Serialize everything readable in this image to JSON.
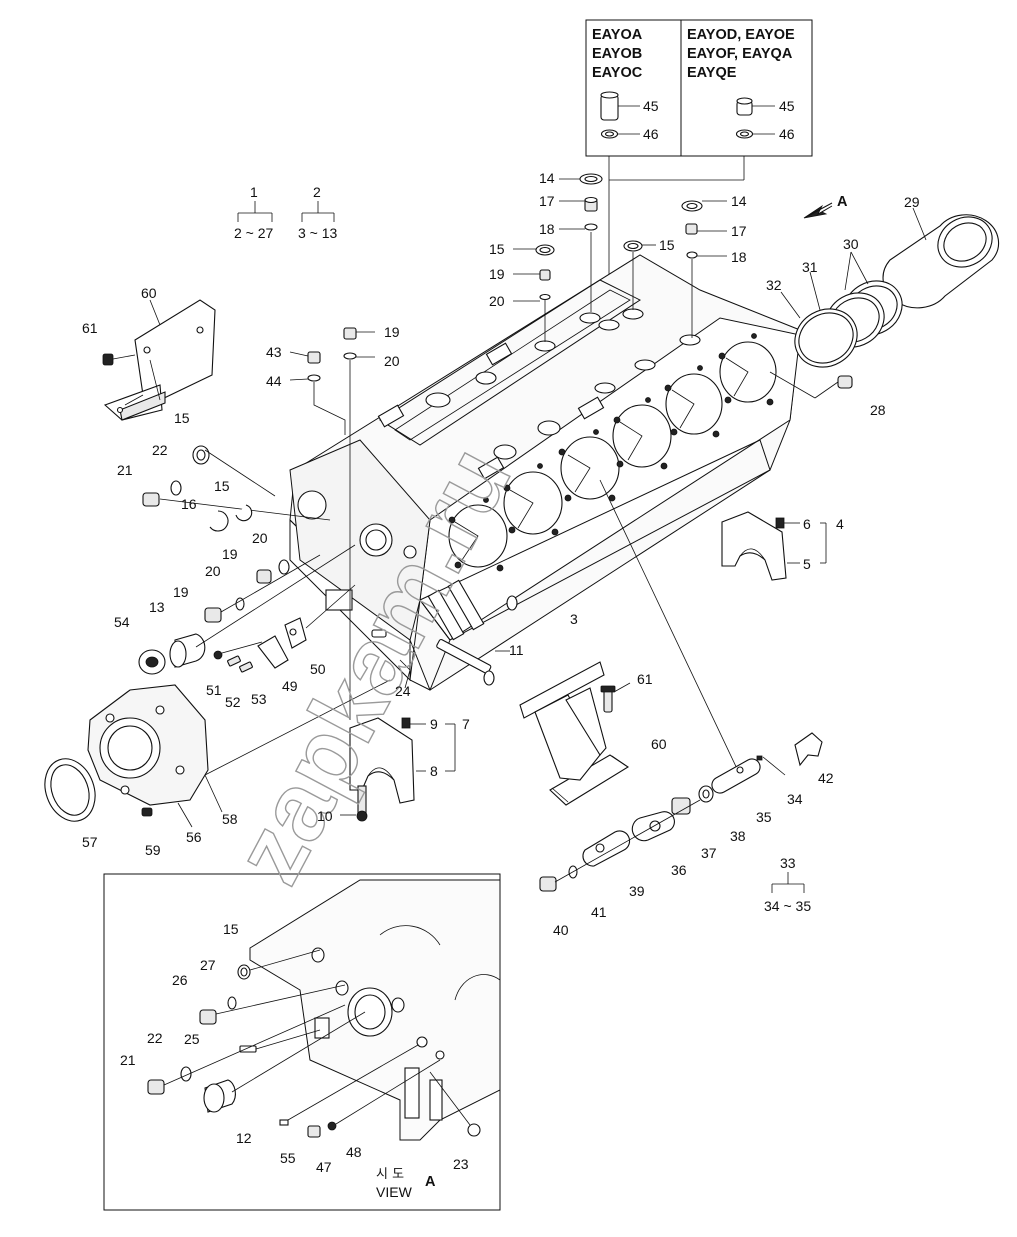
{
  "variants": {
    "left": [
      "EAYOA",
      "EAYOB",
      "EAYOC"
    ],
    "right": [
      "EAYOD, EAYOE",
      "EAYOF, EAYQA",
      "EAYQE"
    ]
  },
  "groups": {
    "g1": {
      "parent": "1",
      "range": "2 ~ 27"
    },
    "g2": {
      "parent": "2",
      "range": "3 ~ 13"
    },
    "g33": {
      "parent": "33",
      "range": "34 ~ 35"
    }
  },
  "view": {
    "korean": "시 도",
    "label": "VIEW",
    "arrow_letter": "A"
  },
  "direction_letter": "A",
  "watermark": "zapkam.ru",
  "callouts": [
    {
      "id": "c-45a",
      "text": "45"
    },
    {
      "id": "c-46a",
      "text": "46"
    },
    {
      "id": "c-45b",
      "text": "45"
    },
    {
      "id": "c-46b",
      "text": "46"
    },
    {
      "id": "c-14a",
      "text": "14"
    },
    {
      "id": "c-17a",
      "text": "17"
    },
    {
      "id": "c-18a",
      "text": "18"
    },
    {
      "id": "c-15a",
      "text": "15"
    },
    {
      "id": "c-19a",
      "text": "19"
    },
    {
      "id": "c-20a",
      "text": "20"
    },
    {
      "id": "c-14b",
      "text": "14"
    },
    {
      "id": "c-17b",
      "text": "17"
    },
    {
      "id": "c-18b",
      "text": "18"
    },
    {
      "id": "c-15b",
      "text": "15"
    },
    {
      "id": "c-29",
      "text": "29"
    },
    {
      "id": "c-30",
      "text": "30"
    },
    {
      "id": "c-31",
      "text": "31"
    },
    {
      "id": "c-32",
      "text": "32"
    },
    {
      "id": "c-28",
      "text": "28"
    },
    {
      "id": "c-60a",
      "text": "60"
    },
    {
      "id": "c-61a",
      "text": "61"
    },
    {
      "id": "c-19b",
      "text": "19"
    },
    {
      "id": "c-20b",
      "text": "20"
    },
    {
      "id": "c-43",
      "text": "43"
    },
    {
      "id": "c-44",
      "text": "44"
    },
    {
      "id": "c-15c",
      "text": "15"
    },
    {
      "id": "c-22a",
      "text": "22"
    },
    {
      "id": "c-21a",
      "text": "21"
    },
    {
      "id": "c-16",
      "text": "16"
    },
    {
      "id": "c-15d",
      "text": "15"
    },
    {
      "id": "c-20c",
      "text": "20"
    },
    {
      "id": "c-19c",
      "text": "19"
    },
    {
      "id": "c-20d",
      "text": "20"
    },
    {
      "id": "c-19d",
      "text": "19"
    },
    {
      "id": "c-54",
      "text": "54"
    },
    {
      "id": "c-13",
      "text": "13"
    },
    {
      "id": "c-51",
      "text": "51"
    },
    {
      "id": "c-52",
      "text": "52"
    },
    {
      "id": "c-53",
      "text": "53"
    },
    {
      "id": "c-49",
      "text": "49"
    },
    {
      "id": "c-50",
      "text": "50"
    },
    {
      "id": "c-6",
      "text": "6"
    },
    {
      "id": "c-4",
      "text": "4"
    },
    {
      "id": "c-5",
      "text": "5"
    },
    {
      "id": "c-3",
      "text": "3"
    },
    {
      "id": "c-11",
      "text": "11"
    },
    {
      "id": "c-24",
      "text": "24"
    },
    {
      "id": "c-61b",
      "text": "61"
    },
    {
      "id": "c-60b",
      "text": "60"
    },
    {
      "id": "c-9",
      "text": "9"
    },
    {
      "id": "c-7",
      "text": "7"
    },
    {
      "id": "c-8",
      "text": "8"
    },
    {
      "id": "c-10",
      "text": "10"
    },
    {
      "id": "c-42",
      "text": "42"
    },
    {
      "id": "c-34",
      "text": "34"
    },
    {
      "id": "c-35",
      "text": "35"
    },
    {
      "id": "c-38",
      "text": "38"
    },
    {
      "id": "c-37",
      "text": "37"
    },
    {
      "id": "c-36",
      "text": "36"
    },
    {
      "id": "c-39",
      "text": "39"
    },
    {
      "id": "c-41",
      "text": "41"
    },
    {
      "id": "c-40",
      "text": "40"
    },
    {
      "id": "c-57",
      "text": "57"
    },
    {
      "id": "c-59",
      "text": "59"
    },
    {
      "id": "c-56",
      "text": "56"
    },
    {
      "id": "c-58",
      "text": "58"
    },
    {
      "id": "c-15e",
      "text": "15"
    },
    {
      "id": "c-27",
      "text": "27"
    },
    {
      "id": "c-26",
      "text": "26"
    },
    {
      "id": "c-25",
      "text": "25"
    },
    {
      "id": "c-22b",
      "text": "22"
    },
    {
      "id": "c-21b",
      "text": "21"
    },
    {
      "id": "c-12",
      "text": "12"
    },
    {
      "id": "c-55",
      "text": "55"
    },
    {
      "id": "c-47",
      "text": "47"
    },
    {
      "id": "c-48",
      "text": "48"
    },
    {
      "id": "c-23",
      "text": "23"
    }
  ]
}
